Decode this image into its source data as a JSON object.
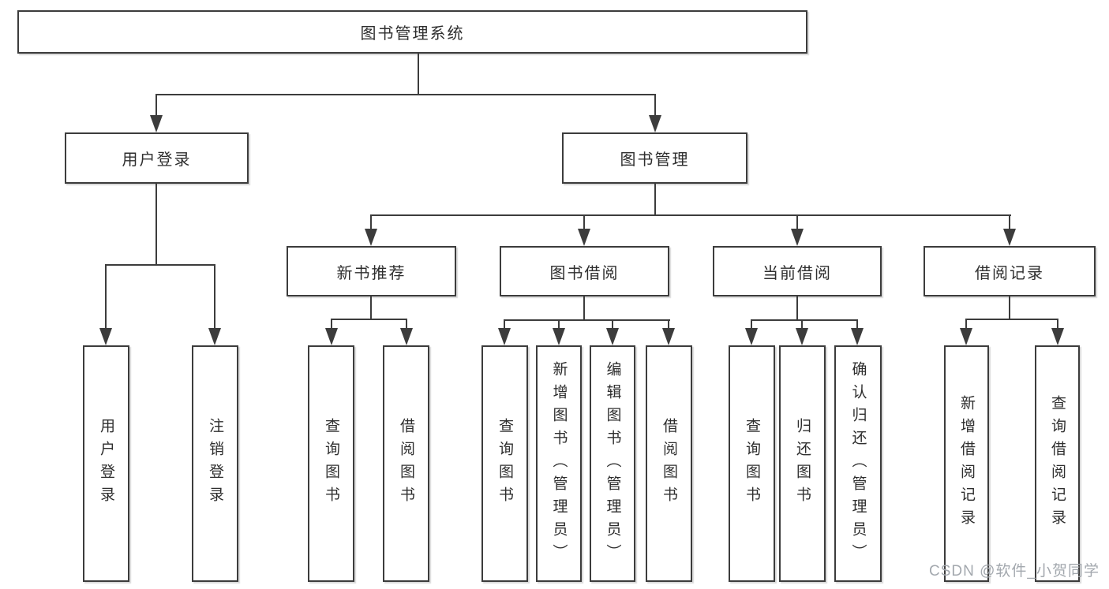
{
  "colors": {
    "line": "#3c3c3c",
    "box_border": "#3c3c3c",
    "text": "#2e2e2e",
    "watermark": "#a3a8ae",
    "background": "#ffffff"
  },
  "tree": {
    "root": "图书管理系统",
    "children": [
      {
        "label": "用户登录",
        "leaves": [
          "用户登录",
          "注销登录"
        ]
      },
      {
        "label": "图书管理",
        "children": [
          {
            "label": "新书推荐",
            "leaves": [
              "查询图书",
              "借阅图书"
            ]
          },
          {
            "label": "图书借阅",
            "leaves": [
              "查询图书",
              "新增图书（管理员）",
              "编辑图书（管理员）",
              "借阅图书"
            ]
          },
          {
            "label": "当前借阅",
            "leaves": [
              "查询图书",
              "归还图书",
              "确认归还（管理员）"
            ]
          },
          {
            "label": "借阅记录",
            "leaves": [
              "新增借阅记录",
              "查询借阅记录"
            ]
          }
        ]
      }
    ]
  },
  "watermark": "CSDN @软件_小贺同学"
}
